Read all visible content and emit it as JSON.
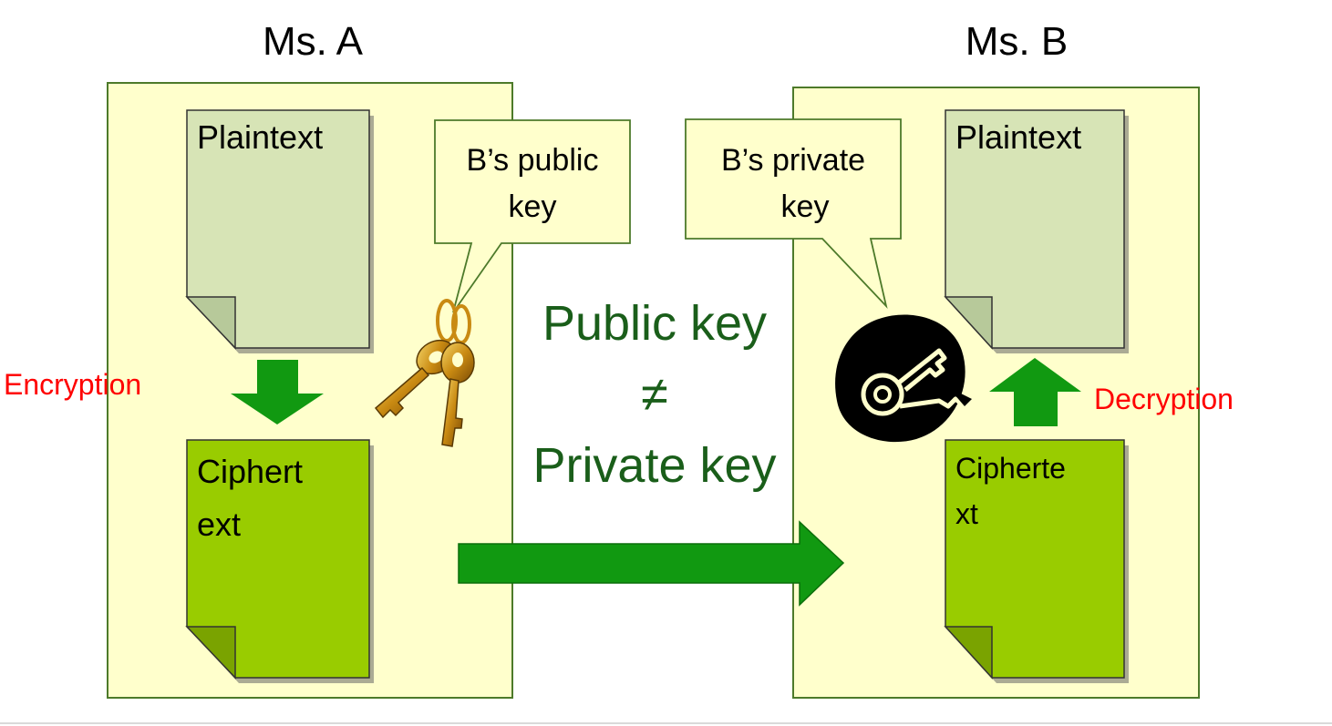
{
  "ms_a": {
    "title": "Ms. A"
  },
  "ms_b": {
    "title": "Ms. B"
  },
  "docs": {
    "a_plaintext": "Plaintext",
    "a_ciphertext_line1": "Ciphert",
    "a_ciphertext_line2": "ext",
    "b_plaintext": "Plaintext",
    "b_ciphertext_line1": "Cipherte",
    "b_ciphertext_line2": "xt"
  },
  "labels": {
    "encryption": "Encryption",
    "decryption": "Decryption"
  },
  "callouts": {
    "public_key_line1": "B’s public",
    "public_key_line2": "key",
    "private_key_line1": "B’s private",
    "private_key_line2": "key"
  },
  "center": {
    "line1": "Public key",
    "line2": "≠",
    "line3": "Private key"
  },
  "icons": [
    "keys-icon",
    "private-key-icon"
  ],
  "colors": {
    "panel": "#ffffcc",
    "panel_border": "#4d7a2a",
    "plaintext_doc": "#d7e4b6",
    "ciphertext_doc": "#99cc00",
    "arrow": "#119911",
    "center_text": "#1a5e1a",
    "red_label": "#ff0000"
  }
}
